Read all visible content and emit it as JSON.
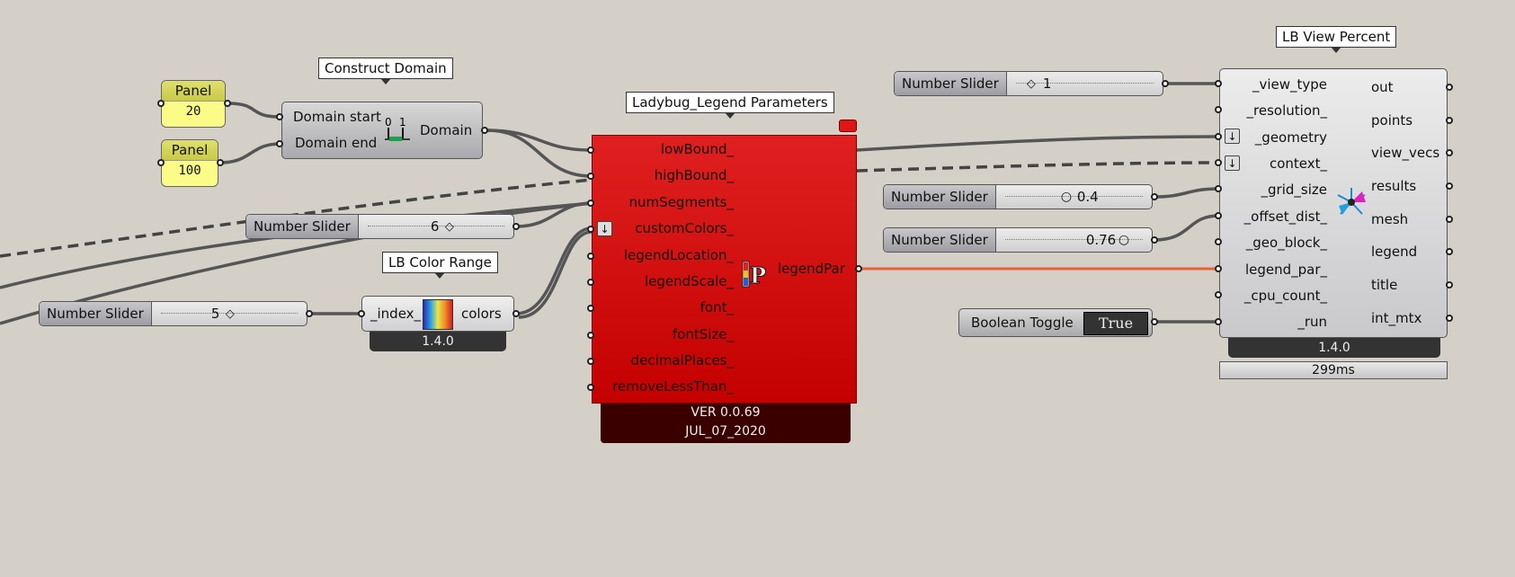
{
  "colors": {
    "canvas_bg": "#d4d0c8",
    "ladybug_red": "#d90f0f",
    "legend_wire": "#e8603a",
    "panel_yellow": "#fbfb88"
  },
  "construct_domain": {
    "tag": "Construct Domain",
    "inputs": [
      "Domain start",
      "Domain end"
    ],
    "output": "Domain",
    "icon": "domain-icon"
  },
  "panels": [
    {
      "title": "Panel",
      "value": "20"
    },
    {
      "title": "Panel",
      "value": "100"
    }
  ],
  "sliders": {
    "segments": {
      "name": "Number Slider",
      "value": "6"
    },
    "color_index": {
      "name": "Number Slider",
      "value": "5"
    },
    "view_type": {
      "name": "Number Slider",
      "value": "1"
    },
    "grid_size": {
      "name": "Number Slider",
      "value": "0.4"
    },
    "offset": {
      "name": "Number Slider",
      "value": "0.76"
    }
  },
  "color_range": {
    "tag": "LB Color Range",
    "input": "_index_",
    "output": "colors",
    "version": "1.4.0",
    "icon": "color-range-icon"
  },
  "legend_params": {
    "tag": "Ladybug_Legend Parameters",
    "inputs": [
      "lowBound_",
      "highBound_",
      "numSegments_",
      "customColors_",
      "legendLocation_",
      "legendScale_",
      "font_",
      "fontSize_",
      "decimalPlaces_",
      "removeLessThan_"
    ],
    "output": "legendPar",
    "footer_version": "VER 0.0.69",
    "footer_date": "JUL_07_2020",
    "icon": "legend-par-icon"
  },
  "view_percent": {
    "tag": "LB View Percent",
    "inputs": [
      "_view_type",
      "_resolution_",
      "_geometry",
      "context_",
      "_grid_size",
      "_offset_dist_",
      "_geo_block_",
      "legend_par_",
      "_cpu_count_",
      "_run"
    ],
    "outputs": [
      "out",
      "points",
      "view_vecs",
      "results",
      "mesh",
      "legend",
      "title",
      "int_mtx"
    ],
    "version": "1.4.0",
    "timing": "299ms",
    "icon": "view-percent-icon"
  },
  "boolean_toggle": {
    "name": "Boolean Toggle",
    "value": "True"
  }
}
